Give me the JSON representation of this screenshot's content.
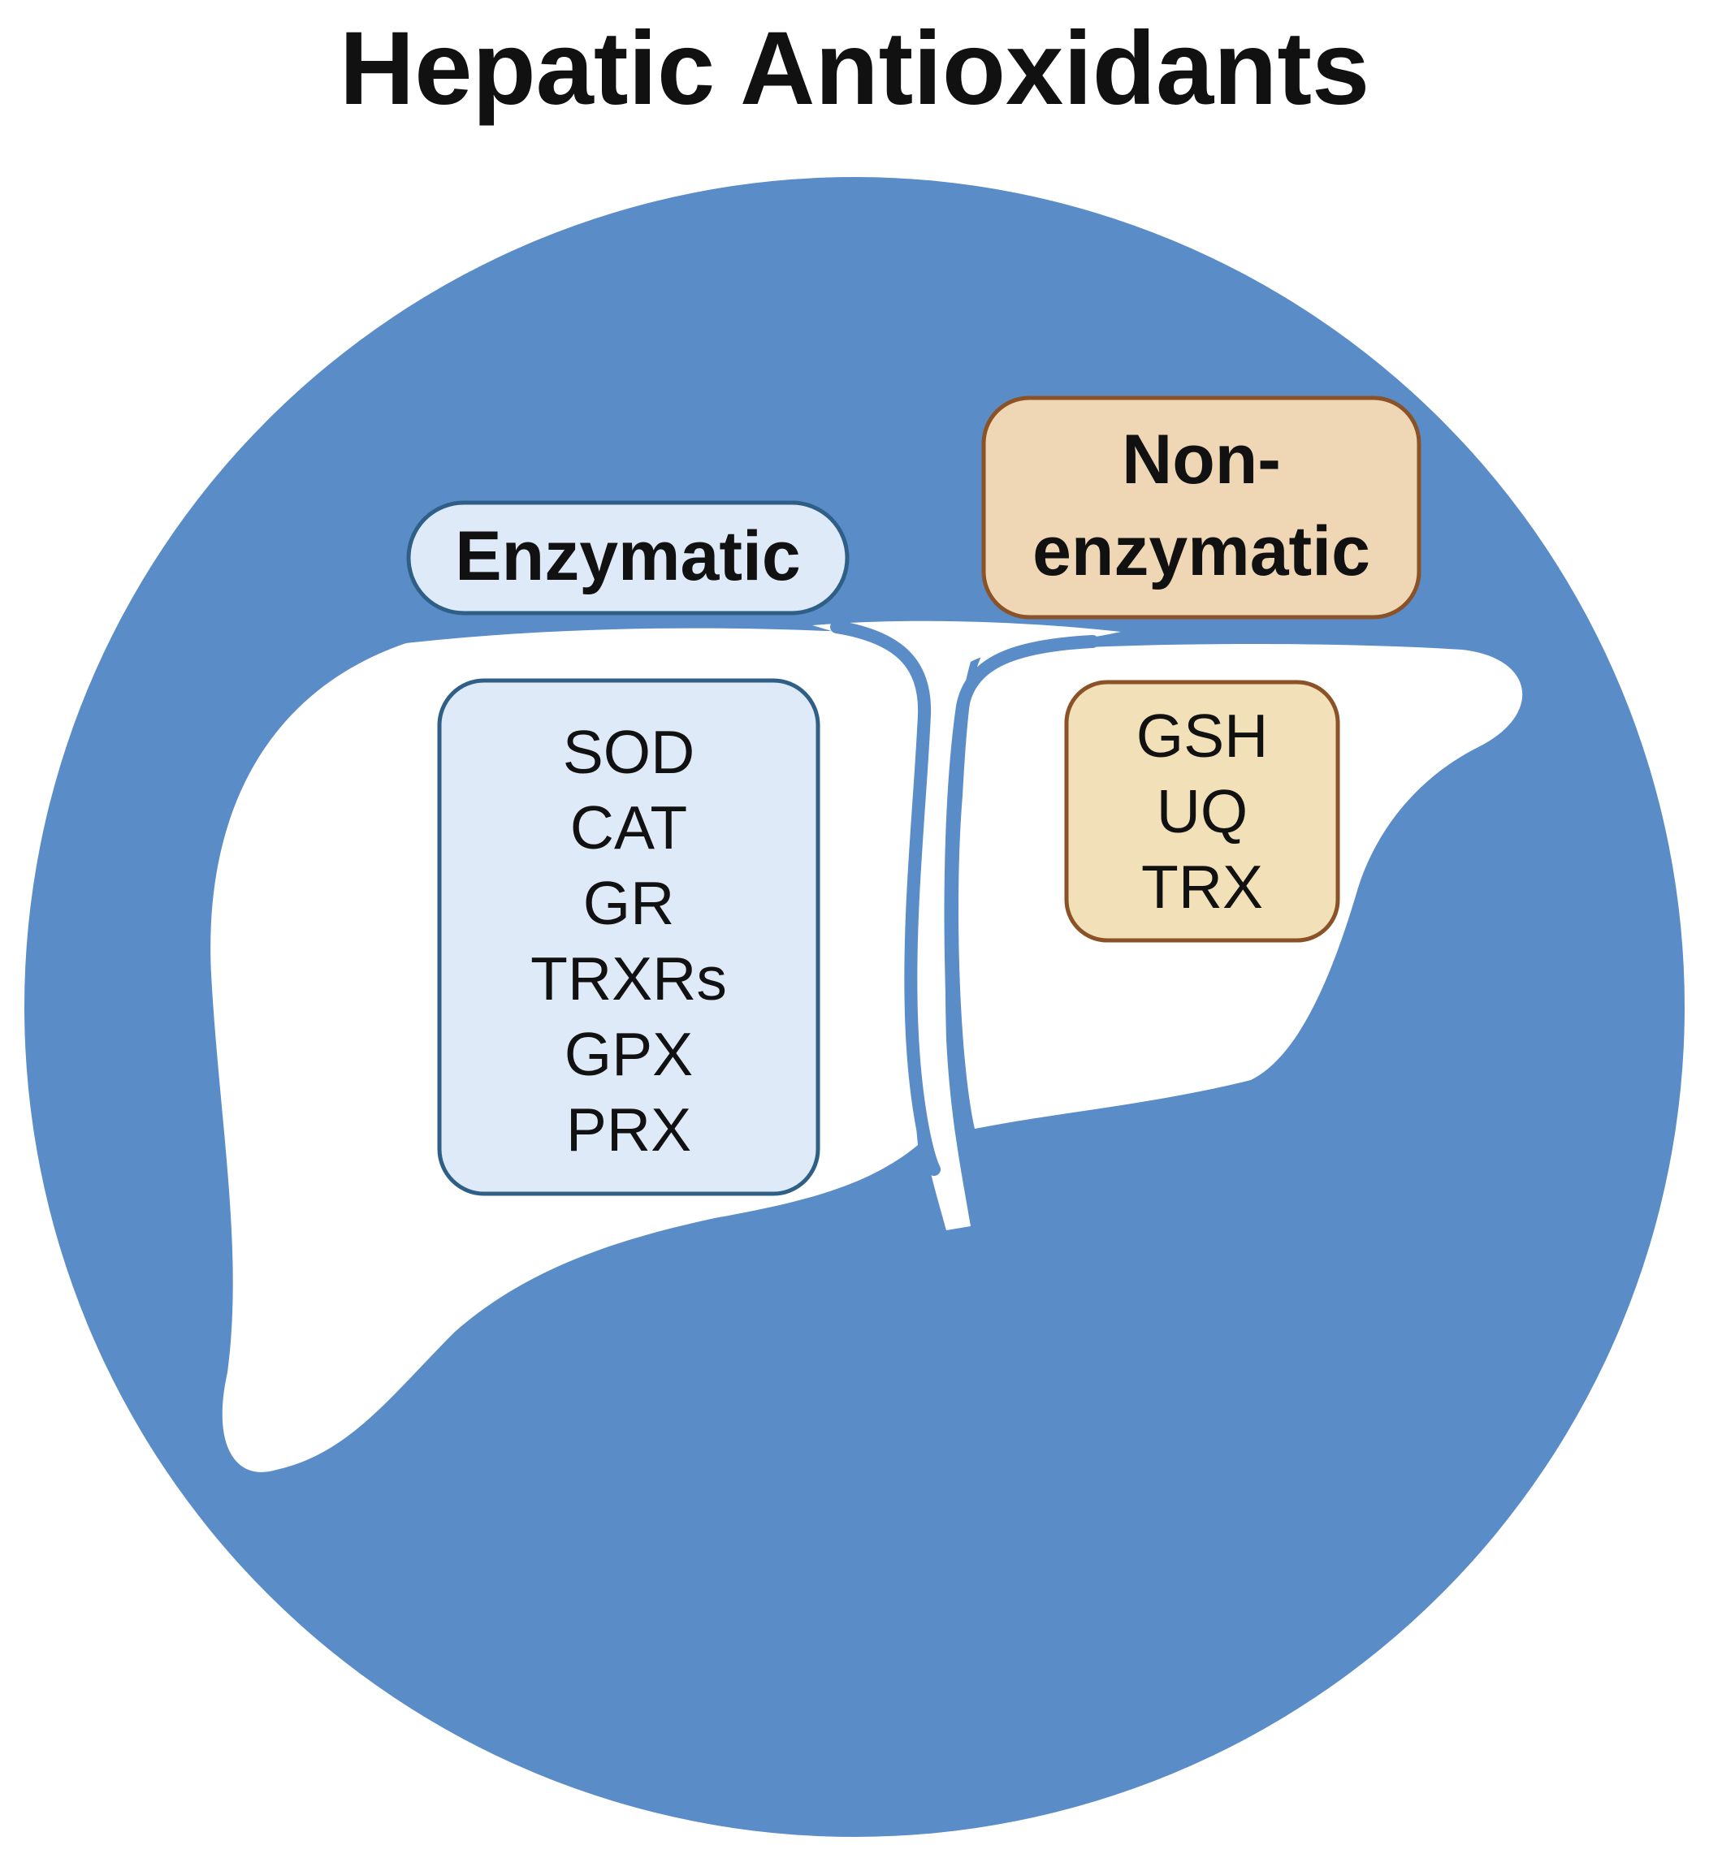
{
  "title": "Hepatic Antioxidants",
  "colors": {
    "circle": "#5a8cc8",
    "liver": "#ffffff",
    "enzymatic_fill": "#dfeaf8",
    "enzymatic_stroke": "#2f5f86",
    "nonenzymatic_header_fill": "#efd6b5",
    "nonenzymatic_item_fill": "#f1e0b8",
    "nonenzymatic_stroke": "#8a5226",
    "text": "#111111"
  },
  "enzymatic": {
    "label": "Enzymatic",
    "items": [
      "SOD",
      "CAT",
      "GR",
      "TRXRs",
      "GPX",
      "PRX"
    ]
  },
  "non_enzymatic": {
    "label_line1": "Non-",
    "label_line2": "enzymatic",
    "items": [
      "GSH",
      "UQ",
      "TRX"
    ]
  }
}
